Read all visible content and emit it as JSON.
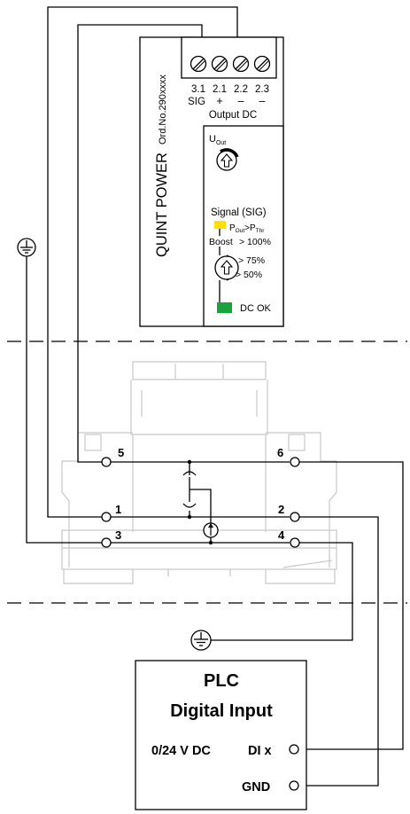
{
  "device": {
    "brand": "QUINT POWER",
    "order_no": "Ord.No.290xxxx",
    "terminal_numbers": [
      "3.1",
      "2.1",
      "2.2",
      "2.3"
    ],
    "terminal_signs": [
      "SIG",
      "+",
      "–",
      "–"
    ],
    "output_label": "Output DC",
    "u_out_main": "U",
    "u_out_sub": "Out",
    "signal_label": "Signal (SIG)",
    "pout_main": "P",
    "pout_sub": "Out",
    "pthr_gt": ">P",
    "pthr_sub": "Thr",
    "boost_label": "Boost",
    "pct_100": "> 100%",
    "pct_75": "> 75%",
    "pct_50": "> 50%",
    "dc_ok_label": "DC OK",
    "yellow_led_color": "#ffe000",
    "green_led_color": "#1aa33a"
  },
  "module": {
    "terminals": [
      "1",
      "2",
      "3",
      "4",
      "5",
      "6"
    ]
  },
  "plc": {
    "title": "PLC",
    "subtitle": "Digital Input",
    "voltage_label": "0/24 V DC",
    "di_label": "DI x",
    "gnd_label": "GND"
  },
  "icons": [
    "ground-icon",
    "adjust-knob-icon",
    "signal-selector-icon",
    "surge-arrester-icon",
    "current-source-icon"
  ]
}
